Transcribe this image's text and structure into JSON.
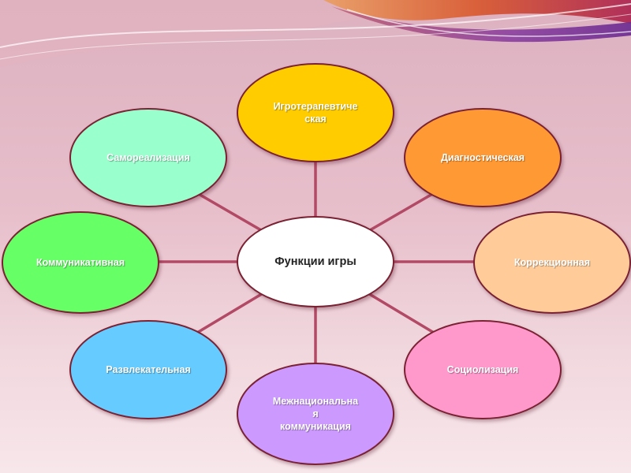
{
  "diagram": {
    "center": {
      "label": "Функции игры"
    },
    "nodes": [
      {
        "id": "top",
        "label": "Игротерапевтиче\nская",
        "color": "#ffcc00"
      },
      {
        "id": "top-right",
        "label": "Диагностическая",
        "color": "#ff9933"
      },
      {
        "id": "right",
        "label": "Коррекционная",
        "color": "#ffcc99"
      },
      {
        "id": "bottom-right",
        "label": "Социолизация",
        "color": "#ff99cc"
      },
      {
        "id": "bottom",
        "label": "Межнациональна\nя\nкоммуникация",
        "color": "#cc99ff"
      },
      {
        "id": "bottom-left",
        "label": "Развлекательная",
        "color": "#66ccff"
      },
      {
        "id": "left",
        "label": "Коммуникативная",
        "color": "#66ff66"
      },
      {
        "id": "top-left",
        "label": "Самореализация",
        "color": "#99ffcc"
      }
    ],
    "connector_color": "#b24a66",
    "node_border_color": "#7a2233"
  }
}
